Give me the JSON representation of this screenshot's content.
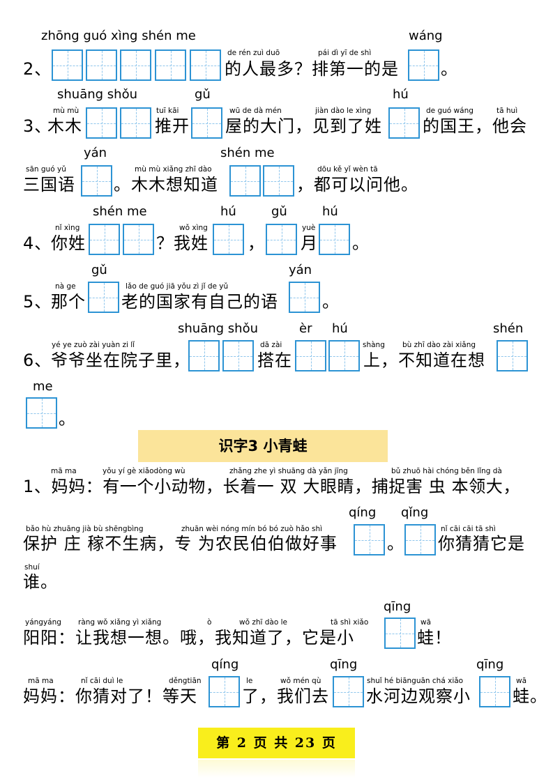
{
  "item2": {
    "big_pinyin_1": "zhōng guó xìng shén me",
    "big_pinyin_2": "wáng",
    "small_pinyin_1": "de rén zuì duō",
    "small_pinyin_2": "pái dì yī de shì",
    "num": "2、",
    "text_1": "的人最多？排第一的是",
    "text_2": "。"
  },
  "item3": {
    "big_pinyin_1": "shuāng shǒu",
    "big_pinyin_2": "gǔ",
    "big_pinyin_3": "hú",
    "small_pinyin_1": "mù mù",
    "small_pinyin_2": "tuī kāi",
    "small_pinyin_3": "wū de dà mén",
    "small_pinyin_4": "jiàn dào le xìng",
    "small_pinyin_5": "de guó wáng",
    "small_pinyin_6": "tā huì",
    "num": "3、",
    "text_1": "木木",
    "text_2": "推开",
    "text_3": "屋的大门，见到了姓",
    "text_4": "的国王，他会",
    "line2_big_pinyin_1": "yán",
    "line2_big_pinyin_2": "shén   me",
    "line2_small_pinyin_1": "sān guó yǔ",
    "line2_small_pinyin_2": "mù mù xiǎng zhī dào",
    "line2_small_pinyin_3": "dōu kě yǐ wèn tā",
    "line2_text_1": "三国语",
    "line2_text_2": "。木木想知道",
    "line2_text_3": "，都可以问他。"
  },
  "item4": {
    "big_pinyin_1": "shén me",
    "big_pinyin_2": "hú",
    "big_pinyin_3": "gǔ",
    "big_pinyin_4": "hú",
    "small_pinyin_1": "nǐ xìng",
    "small_pinyin_2": "wǒ xìng",
    "small_pinyin_3": "yuè",
    "num": "4、",
    "text_1": "你姓",
    "text_2": "？我姓",
    "text_3": "，",
    "text_4": "月",
    "text_5": "。"
  },
  "item5": {
    "big_pinyin_1": "gǔ",
    "big_pinyin_2": "yán",
    "small_pinyin_1": "nà ge",
    "small_pinyin_2": "lǎo de guó jiā yǒu zì jǐ de yǔ",
    "num": "5、",
    "text_1": "那个",
    "text_2": "老的国家有自己的语",
    "text_3": "。"
  },
  "item6": {
    "big_pinyin_1": "shuāng shǒu",
    "big_pinyin_2": "èr",
    "big_pinyin_3": "hú",
    "big_pinyin_4": "shén",
    "small_pinyin_1": "yé ye zuò zài yuàn zi  lǐ",
    "small_pinyin_2": "dā zài",
    "small_pinyin_3": "shàng",
    "small_pinyin_4": "bù zhī dào zài xiǎng",
    "num": "6、",
    "text_1": "爷爷坐在院子里，",
    "text_2": "搭在",
    "text_3": "上，不知道在想",
    "line2_big_pinyin": "me",
    "line2_text": "。"
  },
  "section_title": "识字3  小青蛙",
  "frog": {
    "p1_small_pinyin_1": "mā ma",
    "p1_small_pinyin_2": "yǒu yí  gè xiǎodòng wù",
    "p1_small_pinyin_3": "zhǎng zhe  yì shuāng dà yǎn jīng",
    "p1_small_pinyin_4": "bǔ zhuō hài chóng běn lǐng dà",
    "p1_num": "1、",
    "p1_text": "妈妈：有一个小动物，长着一 双 大眼睛，捕捉害 虫 本领大，",
    "p2_big_pinyin_1": "qíng",
    "p2_big_pinyin_2": "qǐng",
    "p2_small_pinyin_1": "bǎo hù zhuāng jià bù shēngbìng",
    "p2_small_pinyin_2": "zhuān wèi nóng mín bó  bó  zuò hǎo shì",
    "p2_small_pinyin_3": "nǐ cāi cāi tā shì",
    "p2_text_1": "保护 庄 稼不生病，专 为农民伯伯做好事",
    "p2_text_2": "。",
    "p2_text_3": "你猜猜它是",
    "p3_small_pinyin": "shuí",
    "p3_text": "谁。",
    "p4_big_pinyin": "qīng",
    "p4_small_pinyin_1": "yángyáng",
    "p4_small_pinyin_2": "ràng wǒ xiǎng yì xiǎng",
    "p4_small_pinyin_3": "ò",
    "p4_small_pinyin_4": "wǒ zhī dào le",
    "p4_small_pinyin_5": "tā shì xiǎo",
    "p4_small_pinyin_6": "wā",
    "p4_text_1": "阳阳：让我想一想。哦，我知道了，它是小",
    "p4_text_2": "蛙！",
    "p5_big_pinyin_1": "qíng",
    "p5_big_pinyin_2": "qīng",
    "p5_big_pinyin_3": "qīng",
    "p5_small_pinyin_1": "mā ma",
    "p5_small_pinyin_2": "nǐ cāi duì le",
    "p5_small_pinyin_3": "děngtiān",
    "p5_small_pinyin_4": "le",
    "p5_small_pinyin_5": "wǒ mén qù",
    "p5_small_pinyin_6": "shuǐ hé biānguān chá xiǎo",
    "p5_small_pinyin_7": "wā",
    "p5_text_1": "妈妈：你猜对了！等天",
    "p5_text_2": "了，我们去",
    "p5_text_3": "水河边观察小",
    "p5_text_4": "蛙。"
  },
  "footer": "第 2 页 共 23 页"
}
